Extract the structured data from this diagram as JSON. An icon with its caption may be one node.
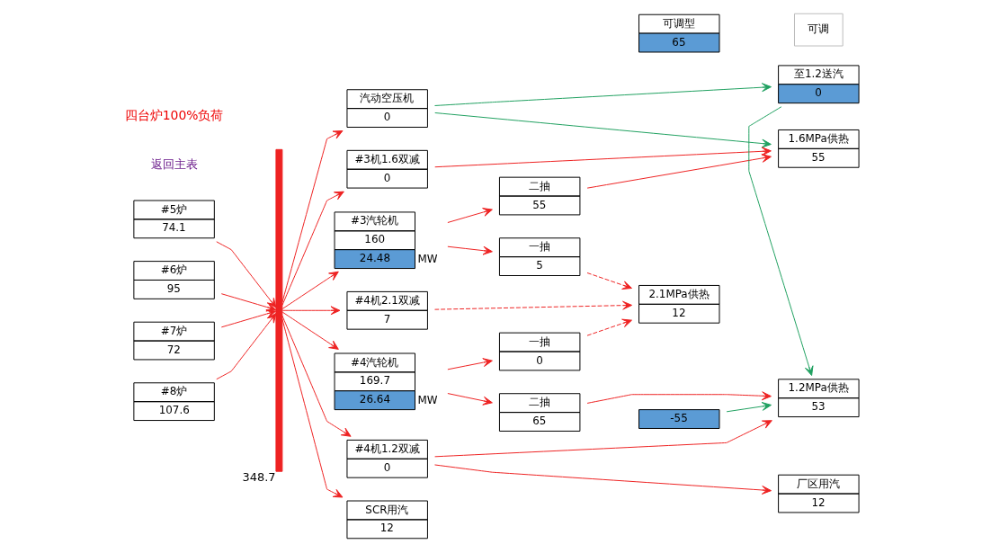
{
  "diagram": {
    "nodes": [
      {
        "text": [
          "#5炉",
          "74.1"
        ]
      },
      {
        "text": [
          "#6炉",
          "95"
        ]
      },
      {
        "text": [
          "#7炉",
          "72"
        ]
      },
      {
        "text": [
          "#8炉",
          "107.6"
        ]
      },
      {
        "text": [],
        "shape": "bar",
        "beside": [
          "348.7"
        ]
      },
      {
        "text": [
          "汽动空压机",
          "0"
        ]
      },
      {
        "text": [
          "#3机1.6双减",
          "0"
        ]
      },
      {
        "text": [
          "#3汽轮机",
          "160",
          "24.48"
        ],
        "beside": [
          "MW"
        ]
      },
      {
        "text": [
          "#4机2.1双减",
          "7"
        ]
      },
      {
        "text": [
          "SCR用汽",
          "12"
        ]
      },
      {
        "text": [
          "#4汽轮机",
          "169.7",
          "26.64"
        ],
        "beside": [
          "MW"
        ]
      },
      {
        "text": [
          "#4机1.2双减",
          "0"
        ]
      },
      {
        "text": [
          "二抽",
          "55"
        ]
      },
      {
        "text": [
          "一抽",
          "5"
        ]
      },
      {
        "text": [
          "一抽",
          "0"
        ]
      },
      {
        "text": [
          "二抽",
          "65"
        ]
      },
      {
        "text": [
          "-55"
        ]
      },
      {
        "text": [
          "1.6MPa供热",
          "55"
        ]
      },
      {
        "text": [
          "2.1MPa供热",
          "12"
        ]
      },
      {
        "text": [
          "可调型",
          "65"
        ]
      },
      {
        "text": [
          "至1.2送汽",
          "0"
        ]
      },
      {
        "text": [
          "1.2MPa供热",
          "53"
        ]
      },
      {
        "text": [
          "厂区用汽",
          "12"
        ]
      }
    ],
    "edges": [
      {
        "from": 0,
        "to": 4,
        "arrow": "to"
      },
      {
        "from": 1,
        "to": 4,
        "arrow": "to"
      },
      {
        "from": 2,
        "to": 4,
        "arrow": "to"
      },
      {
        "from": 3,
        "to": 4,
        "arrow": "to"
      },
      {
        "from": 4,
        "to": 5,
        "arrow": "to"
      },
      {
        "from": 4,
        "to": 6,
        "arrow": "to"
      },
      {
        "from": 4,
        "to": 7,
        "arrow": "to"
      },
      {
        "from": 4,
        "to": 8,
        "arrow": "to"
      },
      {
        "from": 4,
        "to": 9,
        "arrow": "to"
      },
      {
        "from": 4,
        "to": 10,
        "arrow": "to"
      },
      {
        "from": 4,
        "to": 11,
        "arrow": "to"
      },
      {
        "from": 5,
        "to": 20,
        "arrow": "to",
        "color": "#1fa060"
      },
      {
        "from": 5,
        "to": 17,
        "arrow": "to",
        "color": "#1fa060"
      },
      {
        "from": 6,
        "to": 17,
        "arrow": "to"
      },
      {
        "from": 7,
        "to": 12,
        "arrow": "to"
      },
      {
        "from": 7,
        "to": 13,
        "arrow": "to"
      },
      {
        "from": 12,
        "to": 17,
        "arrow": "to"
      },
      {
        "from": 13,
        "to": 18,
        "arrow": "to",
        "style": "dashed"
      },
      {
        "from": 8,
        "to": 18,
        "arrow": "to",
        "style": "dashed"
      },
      {
        "from": 10,
        "to": 14,
        "arrow": "to"
      },
      {
        "from": 10,
        "to": 15,
        "arrow": "to"
      },
      {
        "from": 14,
        "to": 18,
        "arrow": "to",
        "style": "dashed"
      },
      {
        "from": 16,
        "to": 21,
        "arrow": "to",
        "color": "#1fa060"
      },
      {
        "from": 20,
        "to": 21,
        "arrow": "to",
        "color": "#1fa060"
      },
      {
        "from": 15,
        "to": 21,
        "arrow": "to"
      },
      {
        "from": 11,
        "to": 21,
        "arrow": "to"
      },
      {
        "from": 11,
        "to": 22,
        "arrow": "to"
      }
    ],
    "labels": [
      "返回主表",
      "四台炉100%负荷",
      "可调"
    ]
  }
}
